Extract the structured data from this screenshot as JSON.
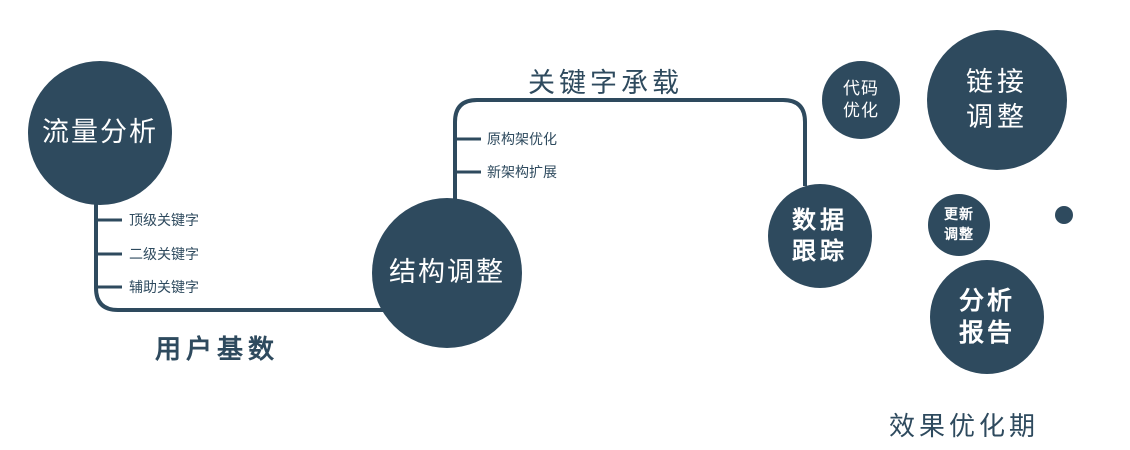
{
  "colors": {
    "primary": "#2e4a5e",
    "text_on_node": "#ffffff",
    "background": "#ffffff"
  },
  "nodes": {
    "traffic": {
      "label": "流量分析"
    },
    "structure": {
      "label": "结构调整"
    },
    "tracking": {
      "line1": "数据",
      "line2": "跟踪"
    },
    "code": {
      "line1": "代码",
      "line2": "优化"
    },
    "link": {
      "line1": "链接",
      "line2": "调整"
    },
    "update": {
      "line1": "更新",
      "line2": "调整"
    },
    "report": {
      "line1": "分析",
      "line2": "报告"
    }
  },
  "edge_labels": {
    "user_base": "用户基数",
    "keyword_carry": "关键字承载"
  },
  "branches": {
    "traffic": [
      "顶级关键字",
      "二级关键字",
      "辅助关键字"
    ],
    "structure": [
      "原构架优化",
      "新架构扩展"
    ]
  },
  "caption": "效果优化期"
}
